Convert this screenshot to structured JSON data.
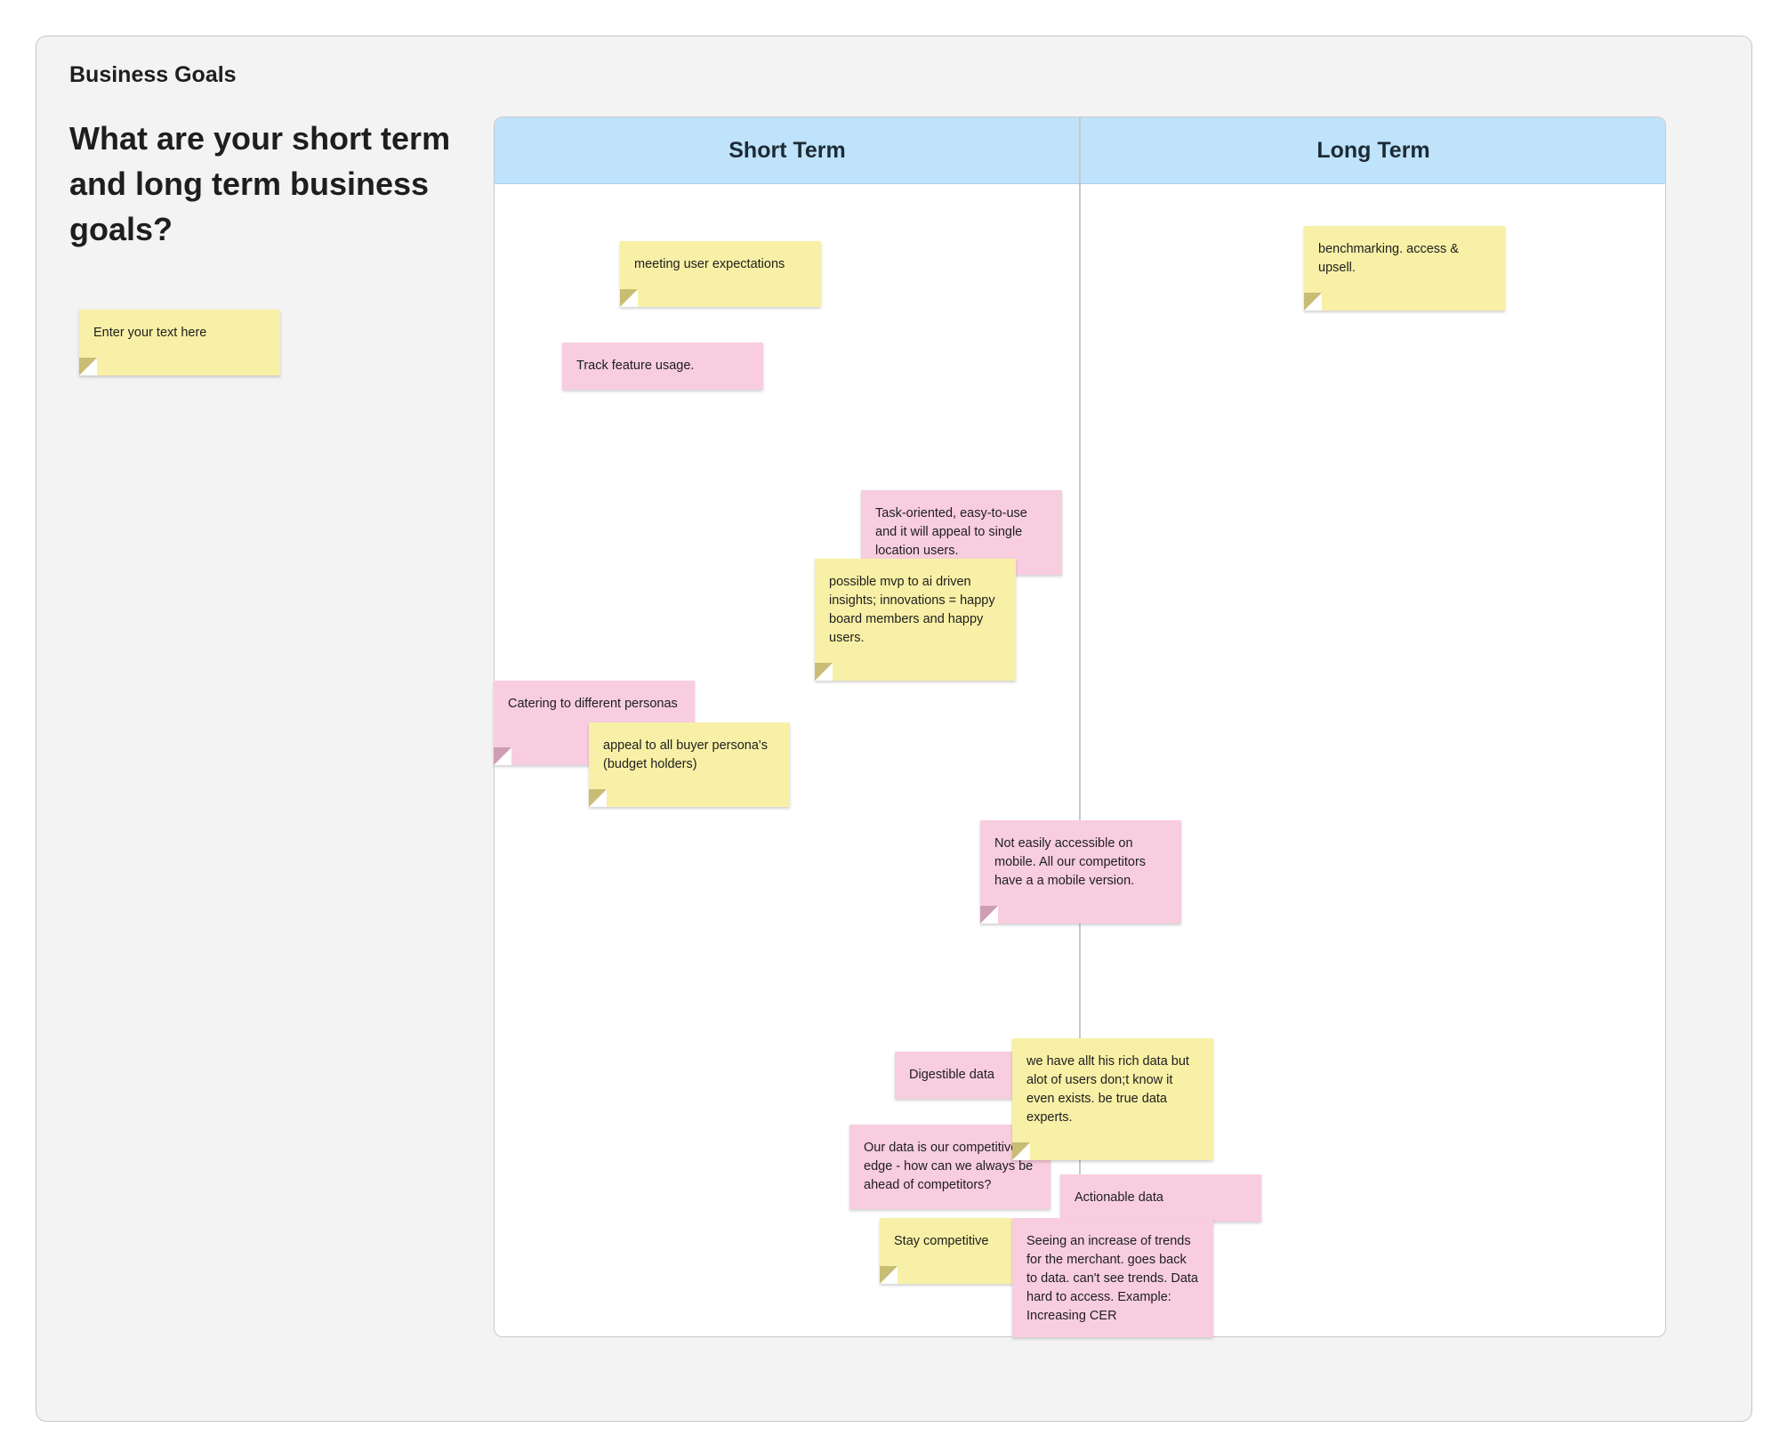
{
  "frame": {
    "title": "Business Goals",
    "question": "What are your short term and long term business goals?"
  },
  "board": {
    "columns": [
      {
        "label": "Short Term"
      },
      {
        "label": "Long Term"
      }
    ]
  },
  "notes": {
    "template": {
      "text": "Enter your text here",
      "color": "yellow"
    },
    "meeting": {
      "text": "meeting user expectations",
      "color": "yellow"
    },
    "track": {
      "text": "Track feature usage.",
      "color": "pink"
    },
    "task": {
      "text": "Task-oriented, easy-to-use and it will appeal to single location users.",
      "color": "pink"
    },
    "mvp": {
      "text": "possible mvp to ai driven insights; innovations = happy board members and happy users.",
      "color": "yellow"
    },
    "catering": {
      "text": "Catering to different personas",
      "color": "pink"
    },
    "appeal": {
      "text": "appeal to all buyer persona's (budget holders)",
      "color": "yellow"
    },
    "mobile": {
      "text": "Not easily accessible on mobile. All our competitors have a a mobile version.",
      "color": "pink"
    },
    "digestible": {
      "text": "Digestible data",
      "color": "pink"
    },
    "richdata": {
      "text": "we have allt his rich data but alot of users don;t know it even exists. be true data experts.",
      "color": "yellow"
    },
    "edge": {
      "text": "Our data is our competitive edge - how can we always be ahead of competitors?",
      "color": "pink"
    },
    "actionable": {
      "text": "Actionable data",
      "color": "pink"
    },
    "stay": {
      "text": "Stay competitive",
      "color": "yellow"
    },
    "trends": {
      "text": "Seeing an increase of trends for the merchant. goes back to data. can't see trends. Data hard to access. Example: Increasing CER",
      "color": "pink"
    },
    "benchmark": {
      "text": "benchmarking. access & upsell.",
      "color": "yellow"
    }
  },
  "colors": {
    "sticky_yellow": "#f8f0a6",
    "sticky_pink": "#f8cde0",
    "header_blue": "#bee3fb",
    "frame_bg": "#f3f3f3"
  }
}
